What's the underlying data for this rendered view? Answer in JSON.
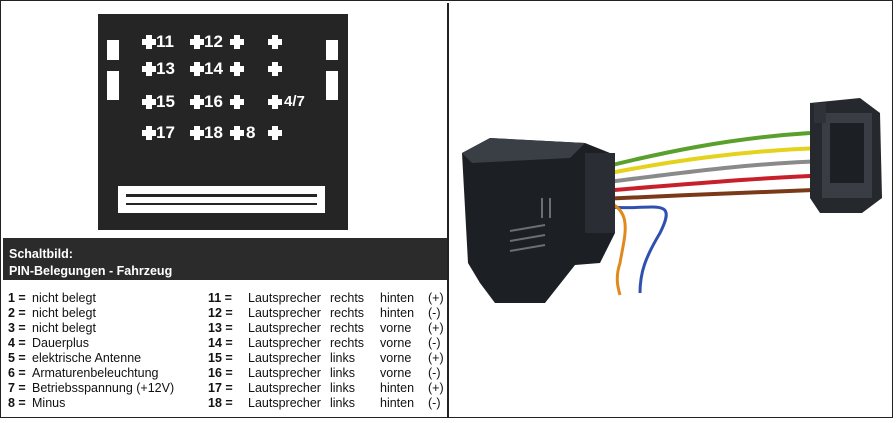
{
  "header": {
    "line1": "Schaltbild:",
    "line2": "PIN-Belegungen - Fahrzeug"
  },
  "connector_labels": [
    "11",
    "12",
    "13",
    "14",
    "15",
    "16",
    "4/7",
    "17",
    "18",
    "8"
  ],
  "left_pins": [
    {
      "num": "1 =",
      "desc": "nicht belegt"
    },
    {
      "num": "2 =",
      "desc": "nicht belegt"
    },
    {
      "num": "3 =",
      "desc": "nicht belegt"
    },
    {
      "num": "4 =",
      "desc": "Dauerplus"
    },
    {
      "num": "5 =",
      "desc": "elektrische Antenne"
    },
    {
      "num": "6 =",
      "desc": "Armaturenbeleuchtung"
    },
    {
      "num": "7 =",
      "desc": "Betriebsspannung (+12V)"
    },
    {
      "num": "8 =",
      "desc": "Minus"
    }
  ],
  "right_pins": [
    {
      "num": "11 =",
      "desc": "Lautsprecher",
      "side": "rechts",
      "pos": "hinten",
      "pol": "(+)"
    },
    {
      "num": "12 =",
      "desc": "Lautsprecher",
      "side": "rechts",
      "pos": "hinten",
      "pol": "(-)"
    },
    {
      "num": "13 =",
      "desc": "Lautsprecher",
      "side": "rechts",
      "pos": "vorne",
      "pol": "(+)"
    },
    {
      "num": "14 =",
      "desc": "Lautsprecher",
      "side": "rechts",
      "pos": "vorne",
      "pol": "(-)"
    },
    {
      "num": "15 =",
      "desc": "Lautsprecher",
      "side": "links",
      "pos": "vorne",
      "pol": "(+)"
    },
    {
      "num": "16 =",
      "desc": "Lautsprecher",
      "side": "links",
      "pos": "vorne",
      "pol": "(-)"
    },
    {
      "num": "17 =",
      "desc": "Lautsprecher",
      "side": "links",
      "pos": "hinten",
      "pol": "(+)"
    },
    {
      "num": "18 =",
      "desc": "Lautsprecher",
      "side": "links",
      "pos": "hinten",
      "pol": "(-)"
    }
  ],
  "colors": {
    "panel": "#252525",
    "header": "#2b2b2b",
    "wire_green": "#5aa02c",
    "wire_yellow": "#e4d21c",
    "wire_red": "#c8202a",
    "wire_blue": "#3050b0",
    "wire_orange": "#e08a1e"
  }
}
